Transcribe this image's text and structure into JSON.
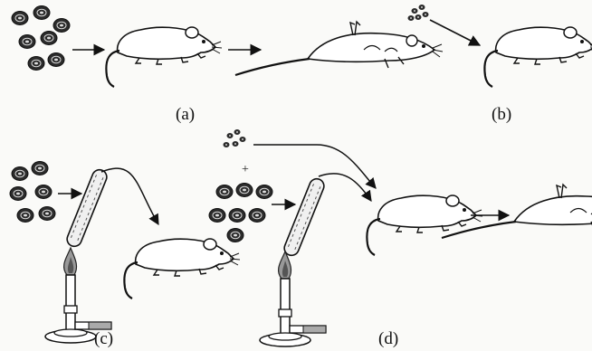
{
  "panels": {
    "a": {
      "label": "(a)"
    },
    "b": {
      "label": "(b)"
    },
    "c": {
      "label": "(c)"
    },
    "d": {
      "label": "(d)",
      "plus": "+"
    }
  },
  "colors": {
    "ink": "#111111",
    "bacteria_fill": "#2b2b2b",
    "tube_fill": "#f0f0f0",
    "flame": "#555555"
  },
  "icons": [
    "bacteria-cluster-icon",
    "mouse-icon",
    "dead-mouse-icon",
    "test-tube-icon",
    "bunsen-burner-icon",
    "arrow-icon"
  ]
}
